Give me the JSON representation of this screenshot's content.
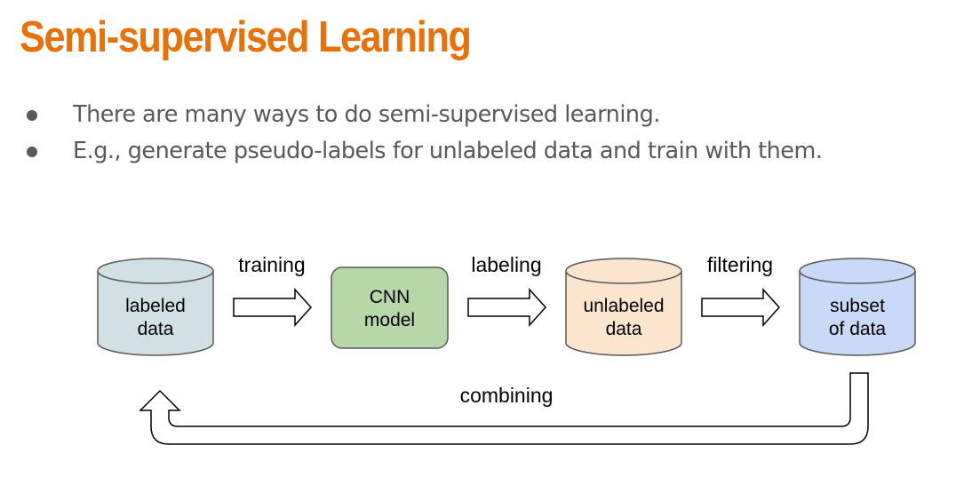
{
  "slide": {
    "title": "Semi-supervised Learning",
    "bullets": [
      "There are many ways to do semi-supervised learning.",
      "E.g., generate pseudo-labels for unlabeled data and train with them."
    ]
  },
  "diagram": {
    "nodes": {
      "labeled": {
        "line1": "labeled",
        "line2": "data",
        "color": "#d0e0e3"
      },
      "cnn": {
        "line1": "CNN",
        "line2": "model",
        "color": "#b6d7a8"
      },
      "unlabeled": {
        "line1": "unlabeled",
        "line2": "data",
        "color": "#fce5cd"
      },
      "subset": {
        "line1": "subset",
        "line2": "of data",
        "color": "#c9daf8"
      }
    },
    "edges": {
      "training": "training",
      "labeling": "labeling",
      "filtering": "filtering",
      "combining": "combining"
    }
  },
  "colors": {
    "title": "#e8710a",
    "bullet_text": "#595959",
    "outline": "#595959"
  }
}
